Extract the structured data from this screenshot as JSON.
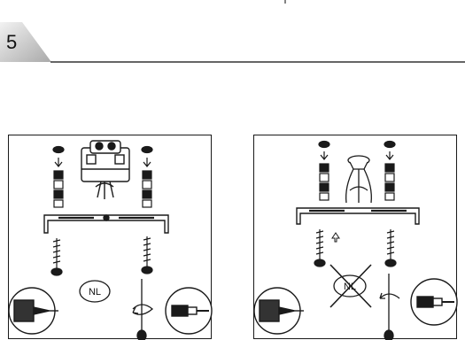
{
  "step": {
    "number": "5"
  },
  "panels": [
    {
      "region_label": "NL",
      "crossed_out": false
    },
    {
      "region_label": "NL",
      "crossed_out": true
    }
  ],
  "icons": {
    "drill": "drill-icon",
    "screwdriver": "screwdriver-icon",
    "rotate": "rotate-arrow-icon",
    "screw": "screw-icon",
    "wall_plug": "wall-plug-icon",
    "mount": "mount-plate-icon",
    "bracket": "rail-bracket-icon"
  },
  "colors": {
    "ink": "#1a1a1a",
    "tab_gray": "#c8c8c8",
    "background": "#ffffff"
  }
}
